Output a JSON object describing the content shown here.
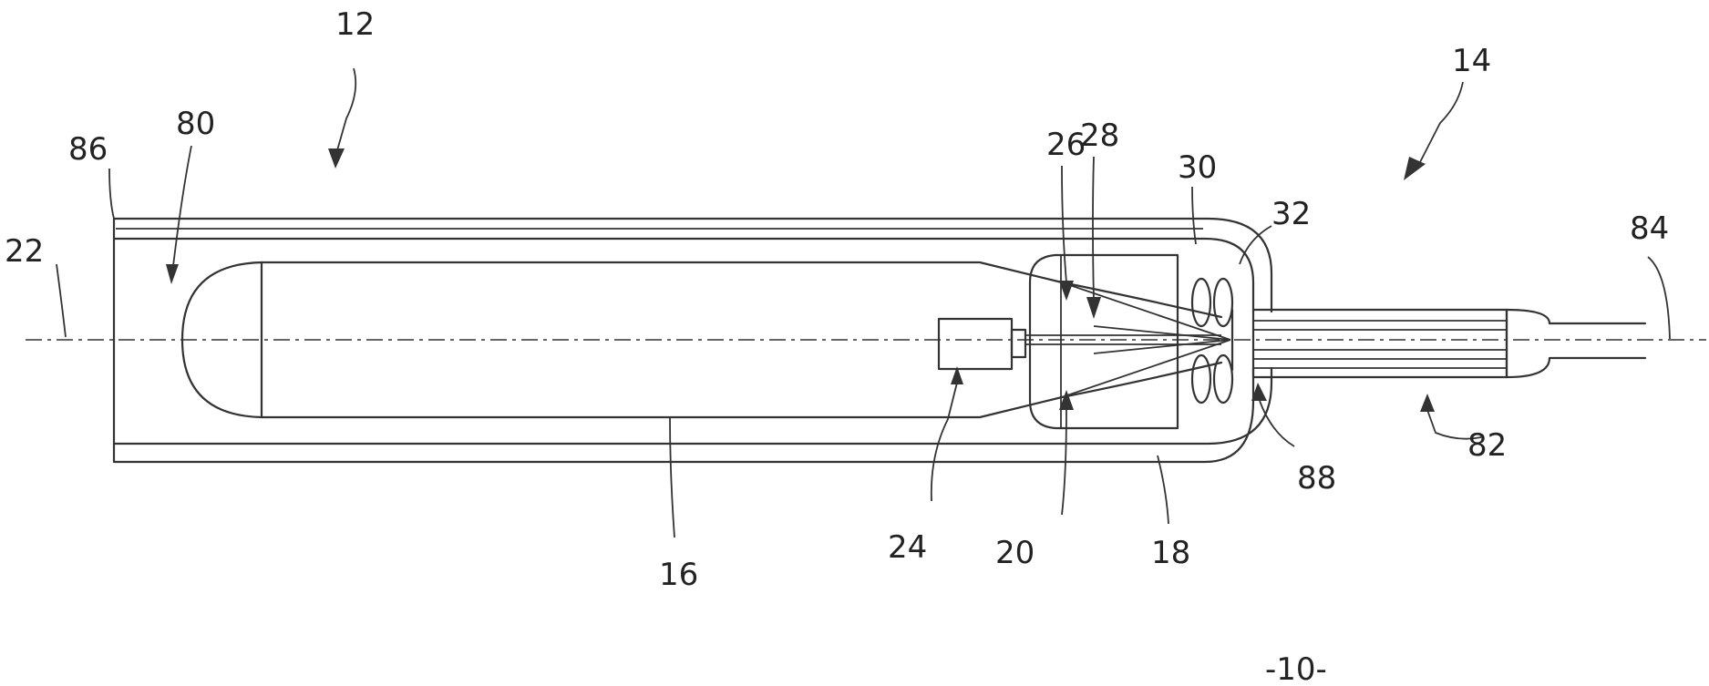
{
  "labels": {
    "l12": "12",
    "l14": "14",
    "l16": "16",
    "l18": "18",
    "l20": "20",
    "l22": "22",
    "l24": "24",
    "l26": "26",
    "l28": "28",
    "l30": "30",
    "l32": "32",
    "l80": "80",
    "l82": "82",
    "l84": "84",
    "l86": "86",
    "l88": "88"
  },
  "figure_number": "-10-"
}
